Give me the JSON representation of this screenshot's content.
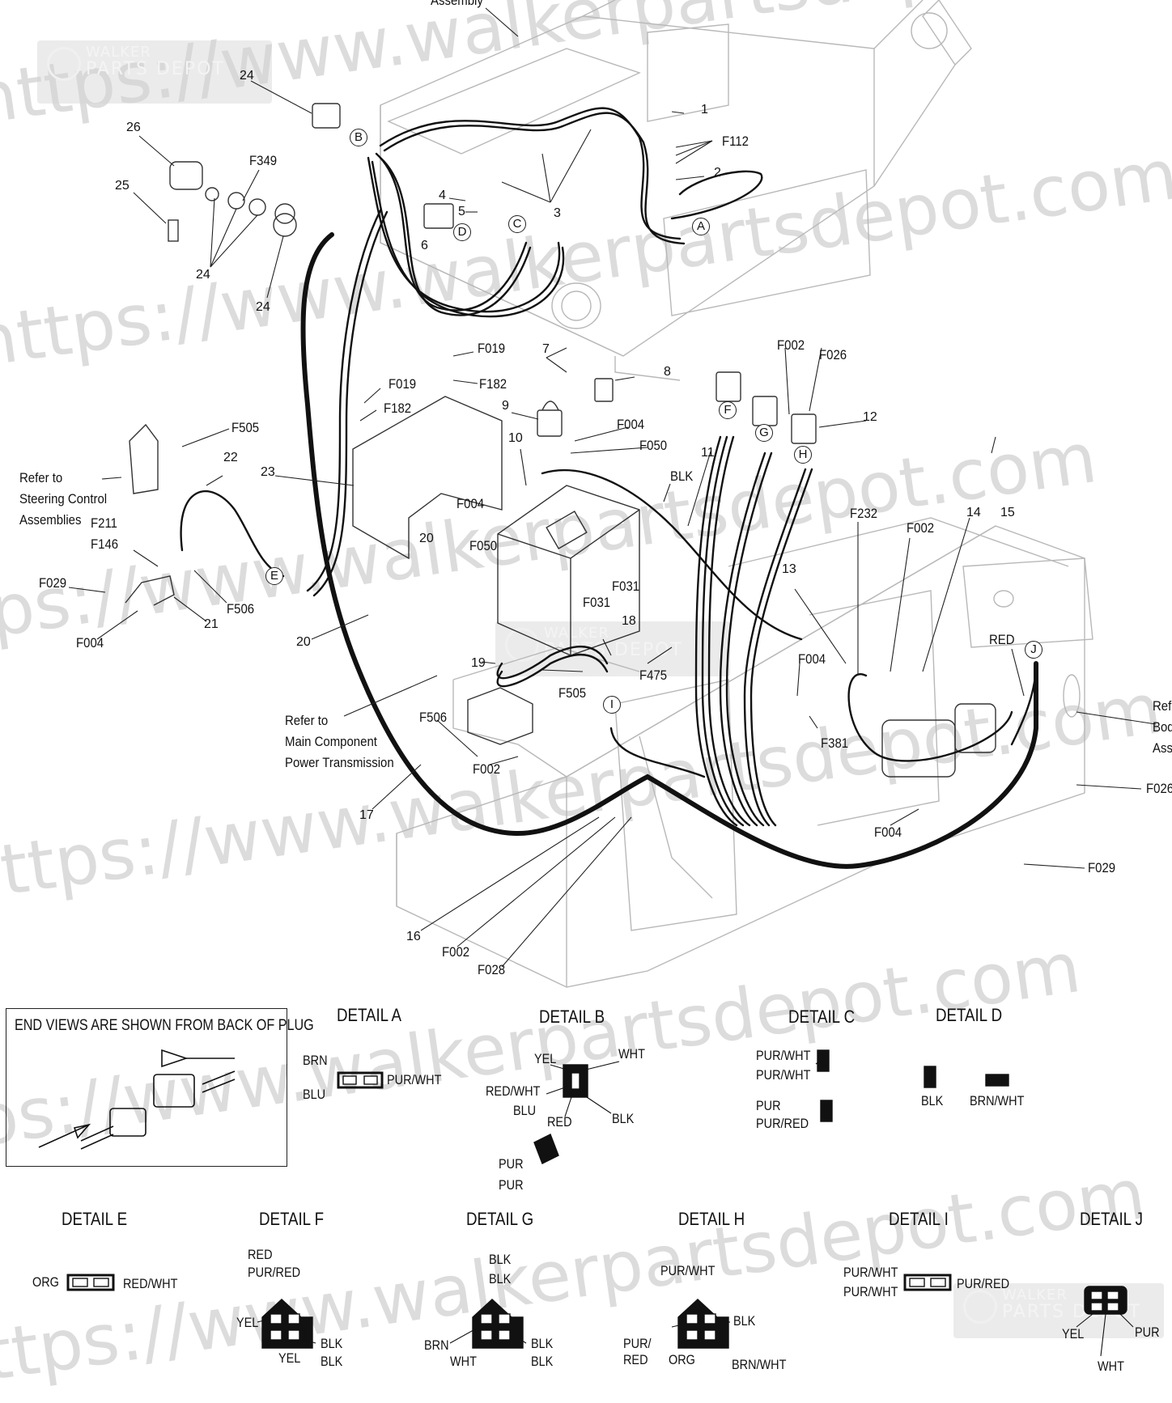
{
  "top_label": "Assembly",
  "watermark": {
    "url_text": "https://www.walkerpartsdepot.com",
    "logo_line1": "WALKER",
    "logo_line2": "PARTS DEPOT",
    "logo_mark": "W"
  },
  "refs": {
    "steering": "Refer to\nSteering Control\nAssemblies",
    "main": "Refer to\nMain Component\nPower Transmission",
    "right": "Ref\nBod\nAss"
  },
  "callouts": {
    "c1": "1",
    "c2": "2",
    "c3": "3",
    "c4": "4",
    "c5": "5",
    "c6": "6",
    "c7": "7",
    "c8": "8",
    "c9": "9",
    "c10": "10",
    "c11": "11",
    "c12": "12",
    "c13": "13",
    "c14": "14",
    "c15": "15",
    "c16": "16",
    "c17": "17",
    "c18": "18",
    "c19": "19",
    "c20a": "20",
    "c20b": "20",
    "c21": "21",
    "c22": "22",
    "c23": "23",
    "c24a": "24",
    "c24b": "24",
    "c24c": "24",
    "c25": "25",
    "c26": "26",
    "f112": "F112",
    "f349": "F349",
    "f019a": "F019",
    "f019b": "F019",
    "f182a": "F182",
    "f182b": "F182",
    "f505a": "F505",
    "f505b": "F505",
    "f004a": "F004",
    "f004b": "F004",
    "f004c": "F004",
    "f004d": "F004",
    "f004e": "F004",
    "f050a": "F050",
    "f050b": "F050",
    "f211": "F211",
    "f146": "F146",
    "f029a": "F029",
    "f029b": "F029",
    "f506a": "F506",
    "f506b": "F506",
    "f031a": "F031",
    "f031b": "F031",
    "f475": "F475",
    "f002a": "F002",
    "f002b": "F002",
    "f002c": "F002",
    "f002d": "F002",
    "f026a": "F026",
    "f026b": "F026",
    "f232": "F232",
    "f381": "F381",
    "f028": "F028",
    "blk": "BLK",
    "red": "RED"
  },
  "letters": [
    "A",
    "B",
    "C",
    "D",
    "E",
    "F",
    "G",
    "H",
    "I",
    "J"
  ],
  "endview_caption": "END VIEWS ARE SHOWN FROM BACK OF PLUG",
  "details": {
    "a": {
      "title": "DETAIL A",
      "w1": "BRN",
      "w2": "BLU",
      "w3": "PUR/WHT"
    },
    "b": {
      "title": "DETAIL B",
      "w1": "YEL",
      "w2": "WHT",
      "w3": "RED/WHT",
      "w4": "BLU",
      "w5": "RED",
      "w6": "BLK",
      "w7": "PUR",
      "w8": "PUR"
    },
    "c": {
      "title": "DETAIL C",
      "w1": "PUR/WHT",
      "w2": "PUR/WHT",
      "w3": "PUR",
      "w4": "PUR/RED"
    },
    "d": {
      "title": "DETAIL D",
      "w1": "BLK",
      "w2": "BRN/WHT"
    },
    "e": {
      "title": "DETAIL E",
      "w1": "ORG",
      "w2": "RED/WHT"
    },
    "f": {
      "title": "DETAIL F",
      "w1": "RED",
      "w2": "PUR/RED",
      "w3": "YEL",
      "w4": "BLK",
      "w5": "YEL",
      "w6": "BLK"
    },
    "g": {
      "title": "DETAIL G",
      "w1": "BLK",
      "w2": "BLK",
      "w3": "BRN",
      "w4": "BLK",
      "w5": "WHT",
      "w6": "BLK"
    },
    "h": {
      "title": "DETAIL H",
      "w1": "PUR/WHT",
      "w2": "BLK",
      "w3": "PUR/",
      "w4": "RED",
      "w5": "ORG",
      "w6": "BRN/WHT"
    },
    "i": {
      "title": "DETAIL I",
      "w1": "PUR/WHT",
      "w2": "PUR/WHT",
      "w3": "PUR/RED"
    },
    "j": {
      "title": "DETAIL J",
      "w1": "YEL",
      "w2": "PUR",
      "w3": "WHT"
    }
  }
}
